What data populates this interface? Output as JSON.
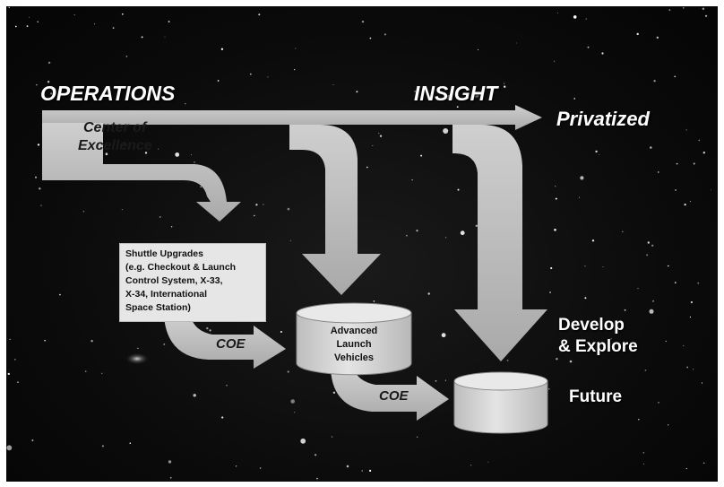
{
  "header": {
    "operations": "OPERATIONS",
    "insight": "INSIGHT"
  },
  "arrow_labels": {
    "center_line1": "Center of",
    "center_line2": "Excellence",
    "coe_1": "COE",
    "coe_2": "COE"
  },
  "shuttle": {
    "line1": "Shuttle Upgrades",
    "line2": "(e.g. Checkout & Launch",
    "line3": "Control System, X-33,",
    "line4": "X-34, International",
    "line5": "Space Station)"
  },
  "alv": {
    "line1": "Advanced",
    "line2": "Launch",
    "line3": "Vehicles"
  },
  "outcomes": {
    "privatized": "Privatized",
    "develop_line1": "Develop",
    "develop_line2": "& Explore",
    "future": "Future"
  },
  "colors": {
    "background": "#0b0b0b",
    "arrow_fill": "#b8b8b8",
    "box_fill": "#e6e6e6",
    "cylinder_fill": "#d2d2d2",
    "text": "#ffffff"
  }
}
